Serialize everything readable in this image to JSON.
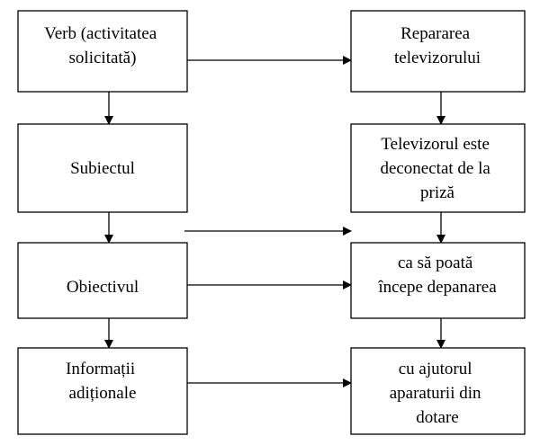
{
  "diagram": {
    "left_column": [
      {
        "id": "verb",
        "lines": [
          "Verb (activitatea",
          "solicitată)"
        ]
      },
      {
        "id": "subiectul",
        "lines": [
          "Subiectul"
        ]
      },
      {
        "id": "obiectivul",
        "lines": [
          "Obiectivul"
        ]
      },
      {
        "id": "informatii",
        "lines": [
          "Informații",
          "adiționale"
        ]
      }
    ],
    "right_column": [
      {
        "id": "repararea",
        "lines": [
          "Repararea",
          "televizorului"
        ]
      },
      {
        "id": "televizorul",
        "lines": [
          "Televizorul este",
          "deconectat de la",
          "priză"
        ]
      },
      {
        "id": "ca-sa",
        "lines": [
          "ca să poată",
          "începe depanarea"
        ]
      },
      {
        "id": "cu-ajutorul",
        "lines": [
          "cu ajutorul",
          "aparaturii din",
          "dotare"
        ]
      }
    ],
    "edges": [
      {
        "from": "verb",
        "to": "repararea"
      },
      {
        "from": "verb",
        "to": "subiectul"
      },
      {
        "from": "subiectul",
        "to": "obiectivul"
      },
      {
        "from": "subiectul",
        "to": "ca-sa"
      },
      {
        "from": "obiectivul",
        "to": "informatii"
      },
      {
        "from": "obiectivul",
        "to": "ca-sa"
      },
      {
        "from": "informatii",
        "to": "cu-ajutorul"
      },
      {
        "from": "repararea",
        "to": "televizorul"
      },
      {
        "from": "televizorul",
        "to": "ca-sa"
      },
      {
        "from": "ca-sa",
        "to": "cu-ajutorul"
      }
    ],
    "colors": {
      "stroke": "#000000",
      "fill": "#ffffff",
      "text": "#000000"
    }
  }
}
